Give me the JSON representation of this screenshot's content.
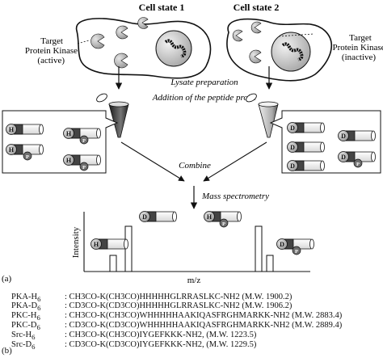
{
  "cell_states": [
    {
      "title": "Cell state 1",
      "label_lines": [
        "Target",
        "Protein Kinase",
        "(active)"
      ]
    },
    {
      "title": "Cell state 2",
      "label_lines": [
        "Target",
        "Protein Kinase",
        "(inactive)"
      ]
    }
  ],
  "steps": {
    "lysate": "Lysate preparation",
    "addition": "Addition of the peptide probe",
    "combine": "Combine",
    "ms": "Mass spectrometry"
  },
  "probe_marks": {
    "light": "H",
    "heavy": "D",
    "phospho": "P"
  },
  "plot": {
    "ylabel": "Intensity",
    "xlabel": "m/z"
  },
  "panel_labels": {
    "a": "(a)",
    "b": "(b)"
  },
  "sequences": [
    {
      "name": "PKA-H",
      "sub": "6",
      "formula": ": CH3CO-K(CH3CO)HHHHHGLRRASLKC-NH2 (M.W. 1900.2)"
    },
    {
      "name": "PKA-D",
      "sub": "6",
      "formula": ": CD3CO-K(CD3CO)HHHHHGLRRASLKC-NH2 (M.W. 1906.2)"
    },
    {
      "name": "PKC-H",
      "sub": "6",
      "formula": ": CH3CO-K(CH3CO)WHHHHHAAKIQASFRGHMARKK-NH2 (M.W. 2883.4)"
    },
    {
      "name": "PKC-D",
      "sub": "6",
      "formula": ": CD3CO-K(CD3CO)WHHHHHAAKIQASFRGHMARKK-NH2 (M.W. 2889.4)"
    },
    {
      "name": "Src-H",
      "sub": "6",
      "formula": ": CH3CO-K(CH3CO)IYGEFKKK-NH2, (M.W. 1223.5)"
    },
    {
      "name": "Src-D",
      "sub": "6",
      "formula": ": CD3CO-K(CD3CO)IYGEFKKK-NH2, (M.W. 1229.5)"
    }
  ]
}
